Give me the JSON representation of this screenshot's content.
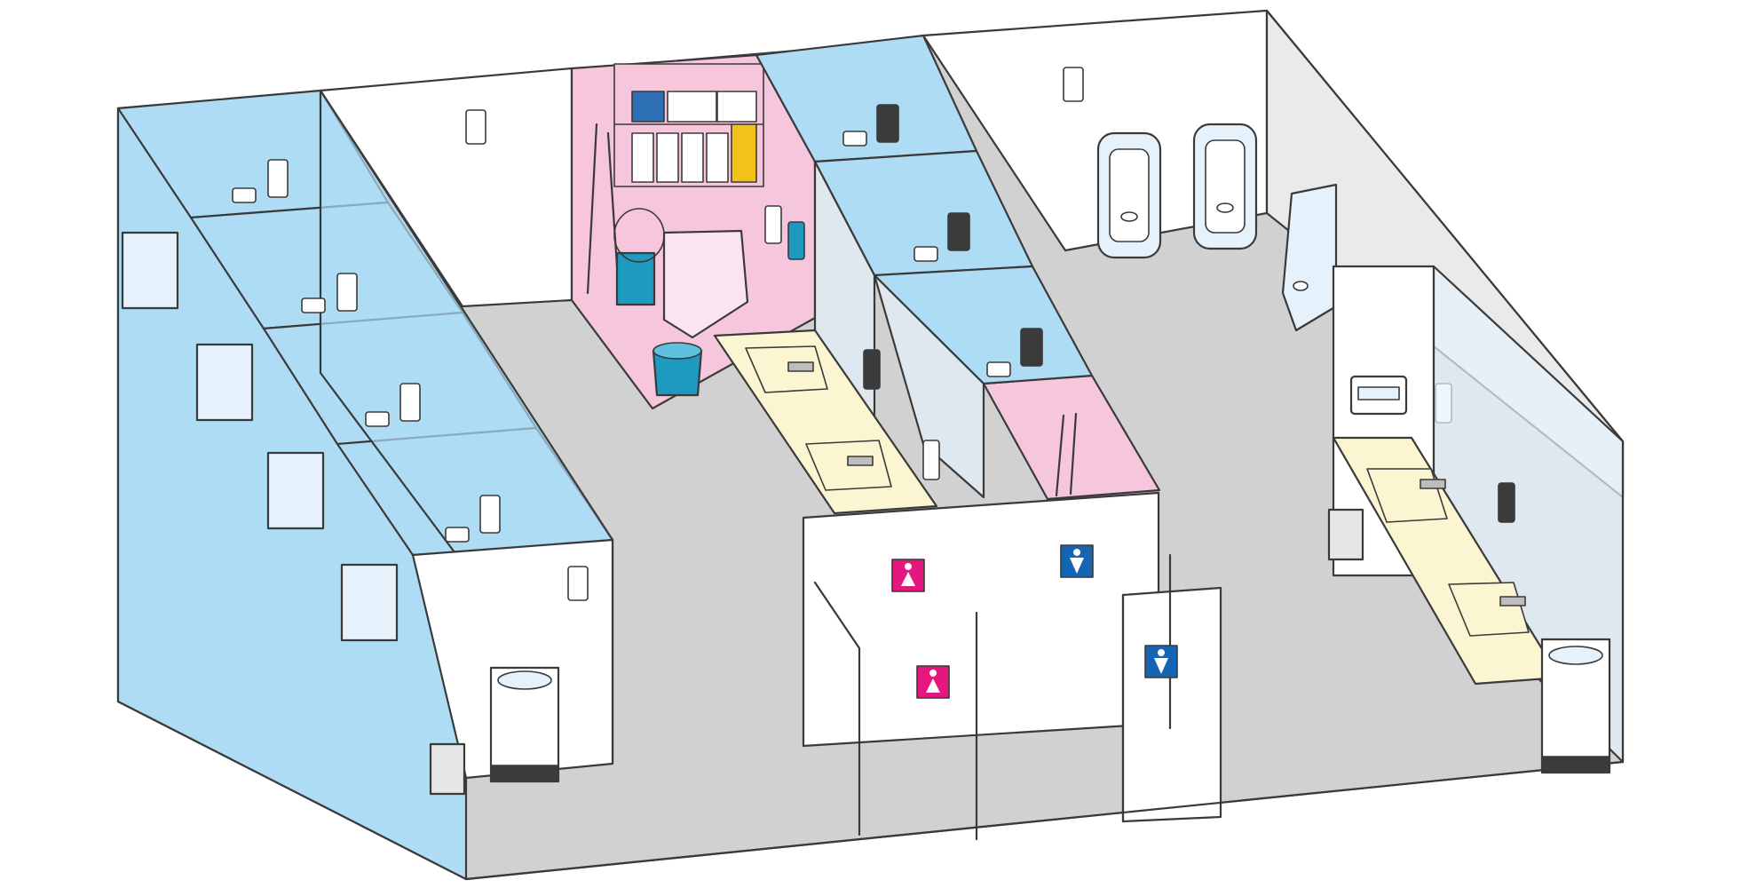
{
  "colors": {
    "floor": "#d1d1d1",
    "wall_white": "#ffffff",
    "cubicle_blue": "#aedcf5",
    "janitor_pink": "#f6c6dd",
    "counter_yellow": "#fbf6d1",
    "outline": "#3a3a3a",
    "female_sign": "#e5177f",
    "male_sign": "#1565b3",
    "dispenser_dark": "#3b3b3b",
    "fixture_light": "#e6f2fb",
    "cleaning_teal": "#1d9ac0"
  },
  "scene": {
    "female_restroom": {
      "cubicle_count": 4,
      "fixtures": [
        "toilet-tank",
        "toilet-paper-dispenser",
        "tissue-dispenser",
        "sanitary-bin",
        "waste-bin",
        "paper-towel-dispenser"
      ]
    },
    "janitor_closet": {
      "items": [
        "supply-shelf",
        "mop-sink",
        "cleaning-cart",
        "bucket",
        "spray-bottles",
        "mop",
        "broom"
      ]
    },
    "wash_corridor": {
      "sink_count": 2,
      "fixtures": [
        "vanity-counter",
        "soap-dispenser",
        "hand-dryer"
      ]
    },
    "male_restroom": {
      "cubicle_count": 3,
      "urinal_count": 2,
      "fixtures": [
        "urinal",
        "wall-urinal",
        "hand-dryer",
        "soap-dispenser",
        "waste-bin",
        "vanity-counter"
      ]
    },
    "signs": [
      {
        "name": "female-sign",
        "gender": "female"
      },
      {
        "name": "male-sign",
        "gender": "male"
      },
      {
        "name": "female-sign",
        "gender": "female"
      },
      {
        "name": "male-sign",
        "gender": "male"
      }
    ]
  }
}
